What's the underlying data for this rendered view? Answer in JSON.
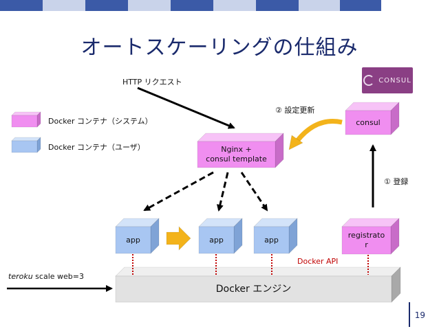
{
  "slide": {
    "title": "オートスケーリングの仕組み",
    "page_number": "19",
    "band_colors": [
      "#3b5aa7",
      "#c9d3ea",
      "#3b5aa7",
      "#c9d3ea",
      "#ffffff"
    ]
  },
  "legend": {
    "system": "Docker コンテナ（システム）",
    "user": "Docker コンテナ（ユーザ）"
  },
  "labels": {
    "http_request": "HTTP リクエスト",
    "config_update": "② 設定更新",
    "register": "① 登録",
    "docker_api": "Docker API",
    "scale_cmd_italic": "teroku",
    "scale_cmd_rest": " scale web=3"
  },
  "boxes": {
    "nginx": "Nginx +\nconsul template",
    "consul": "consul",
    "registrator": "registrato\nr",
    "app1": "app",
    "app2": "app",
    "app3": "app",
    "docker_engine": "Docker エンジン"
  },
  "logo": {
    "text": "CONSUL"
  },
  "colors": {
    "system_front": "#f08ef0",
    "system_top": "#f7c3f7",
    "system_side": "#c86cc8",
    "user_front": "#a8c6f2",
    "user_top": "#d3e3f9",
    "user_side": "#7fa3d6",
    "engine_front": "#e2e2e2",
    "engine_top": "#efefef",
    "engine_side": "#a9a9a9",
    "title": "#1a2a6c",
    "red": "#c00000",
    "orange": "#f3b31b"
  }
}
